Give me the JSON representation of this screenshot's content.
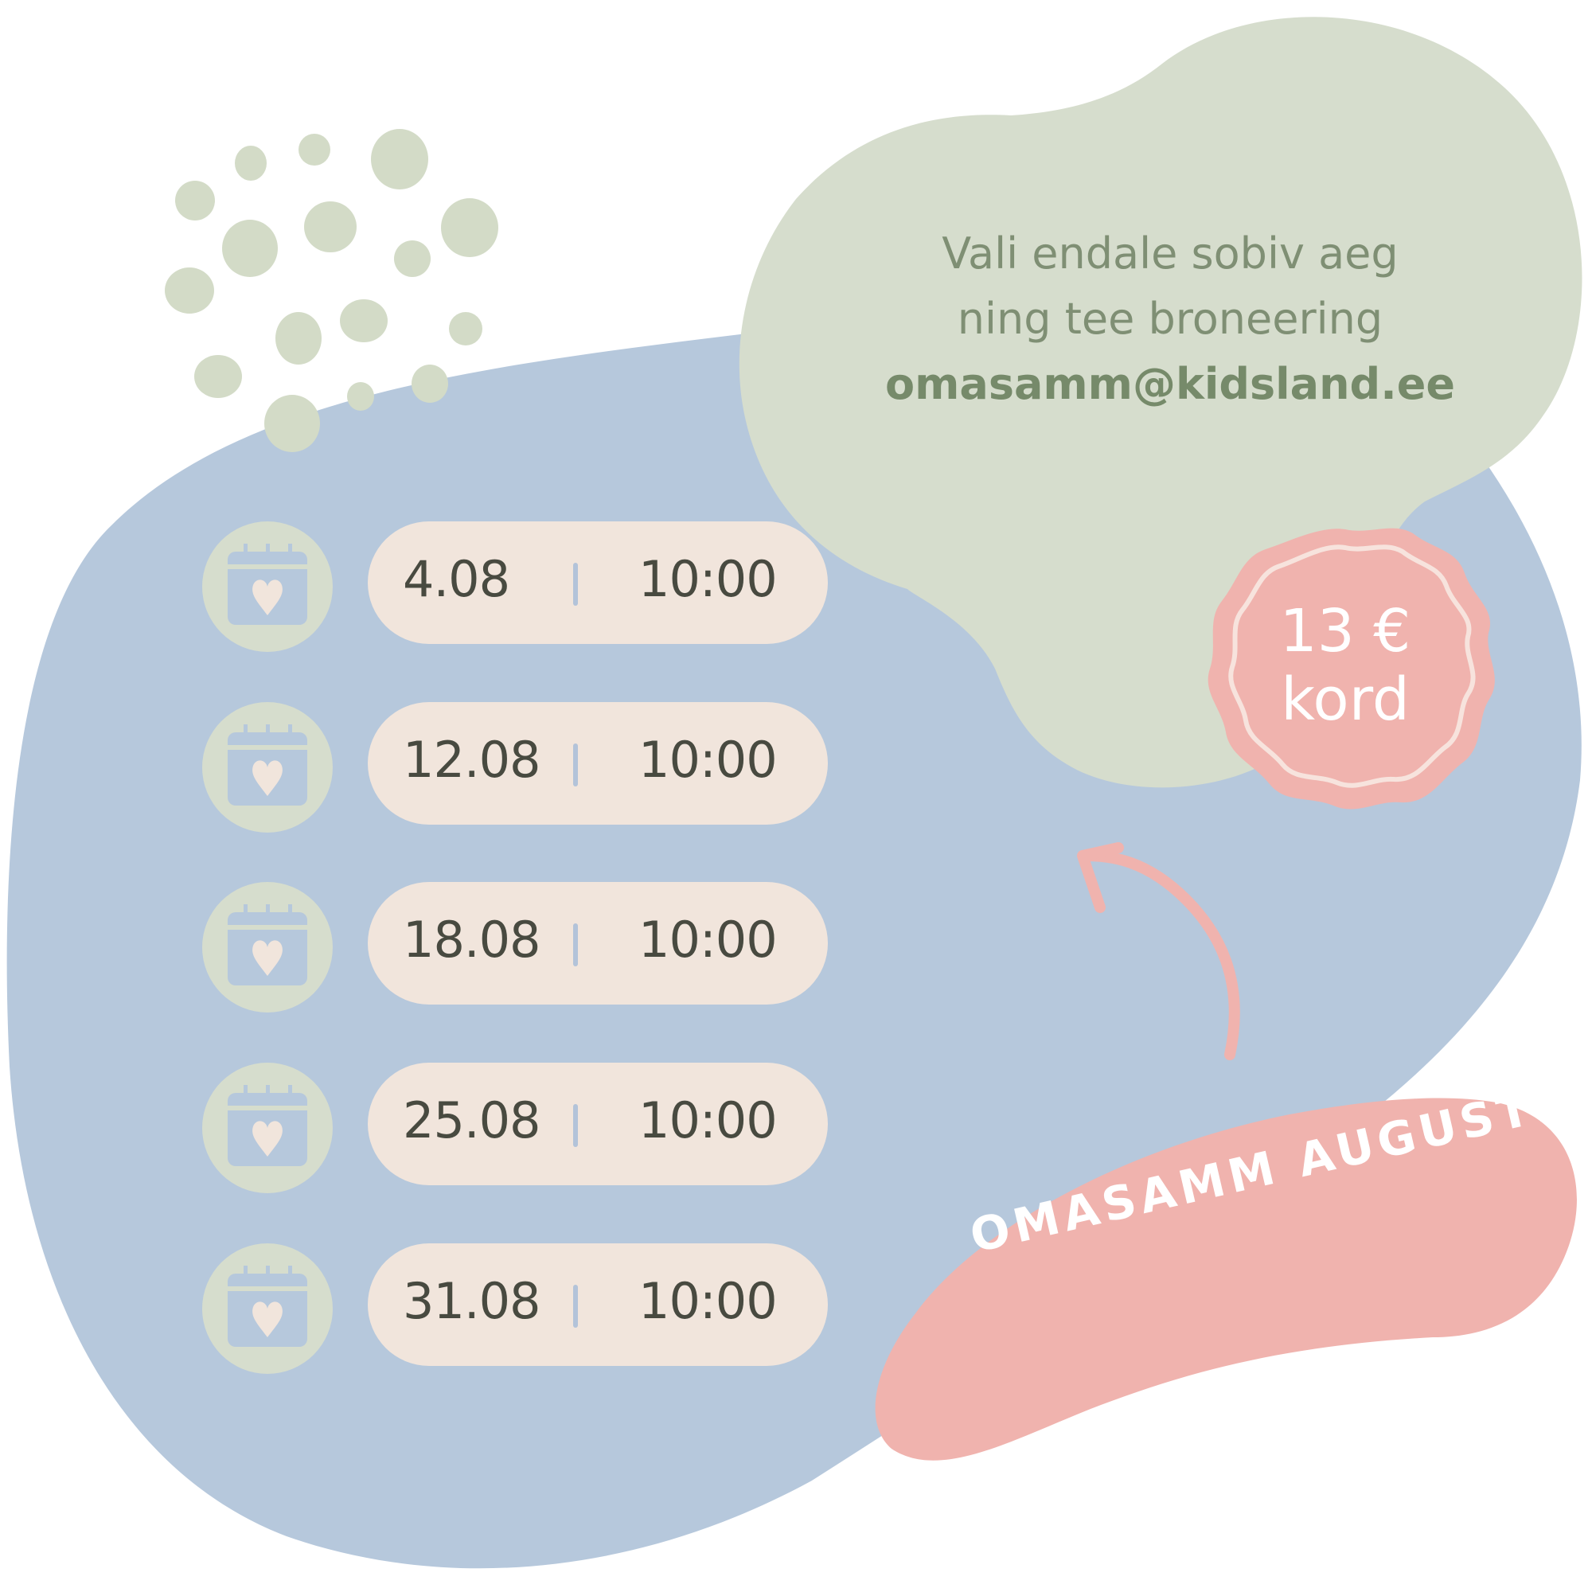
{
  "colors": {
    "blue_blob": "#b6c8dc",
    "sage": "#d6ddcd",
    "pink": "#f0b3ae",
    "cream": "#f1e5dc",
    "text_dark": "#484a40",
    "text_green": "#7f8f74"
  },
  "intro": {
    "line1": "Vali endale sobiv aeg",
    "line2": "ning tee broneering",
    "email": "omasamm@kidsland.ee"
  },
  "price": {
    "amount": "13 €",
    "unit": "kord"
  },
  "ribbon": {
    "label": "OMASAMM AUGUSTIS"
  },
  "icons": {
    "calendar": "calendar-heart-icon",
    "arrow": "curved-arrow-icon"
  },
  "schedule": [
    {
      "date": "4.08",
      "time": "10:00"
    },
    {
      "date": "12.08",
      "time": "10:00"
    },
    {
      "date": "18.08",
      "time": "10:00"
    },
    {
      "date": "25.08",
      "time": "10:00"
    },
    {
      "date": "31.08",
      "time": "10:00"
    }
  ]
}
